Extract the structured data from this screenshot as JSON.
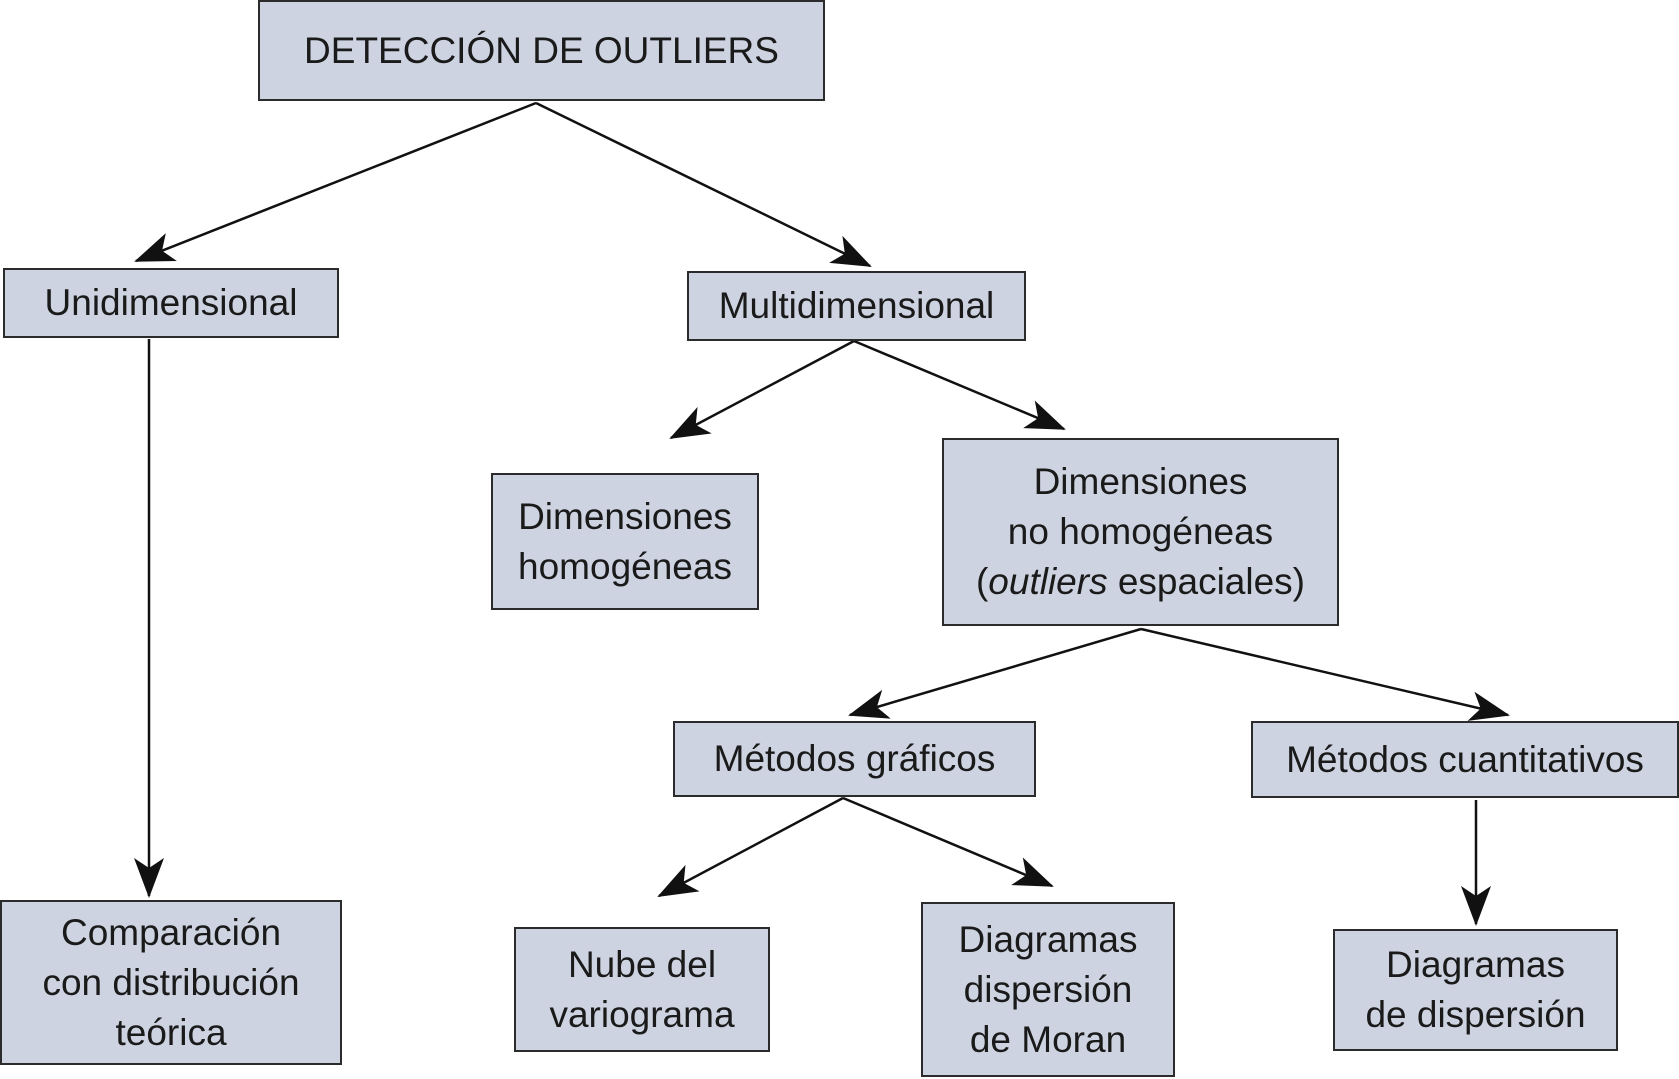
{
  "diagram": {
    "root": {
      "label": "DETECCIÓN DE OUTLIERS"
    },
    "unidimensional": {
      "label": "Unidimensional"
    },
    "multidimensional": {
      "label": "Multidimensional"
    },
    "comparacion": {
      "lines": [
        "Comparación",
        "con distribución",
        "teórica"
      ]
    },
    "dim_homogeneas": {
      "lines": [
        "Dimensiones",
        "homogéneas"
      ]
    },
    "dim_no_homogeneas": {
      "lines": [
        "Dimensiones",
        "no homogéneas"
      ],
      "line3_open": "(",
      "line3_italic": "outliers",
      "line3_rest": " espaciales)"
    },
    "metodos_graficos": {
      "label": "Métodos gráficos"
    },
    "metodos_cuantitativos": {
      "label": "Métodos cuantitativos"
    },
    "nube_variograma": {
      "lines": [
        "Nube del",
        "variograma"
      ]
    },
    "diagramas_moran": {
      "lines": [
        "Diagramas",
        "dispersión",
        "de Moran"
      ]
    },
    "diagramas_dispersion": {
      "lines": [
        "Diagramas",
        "de dispersión"
      ]
    }
  },
  "colors": {
    "box_fill": "#cdd3e0",
    "box_border": "#2b2b2b",
    "arrow": "#111111"
  }
}
